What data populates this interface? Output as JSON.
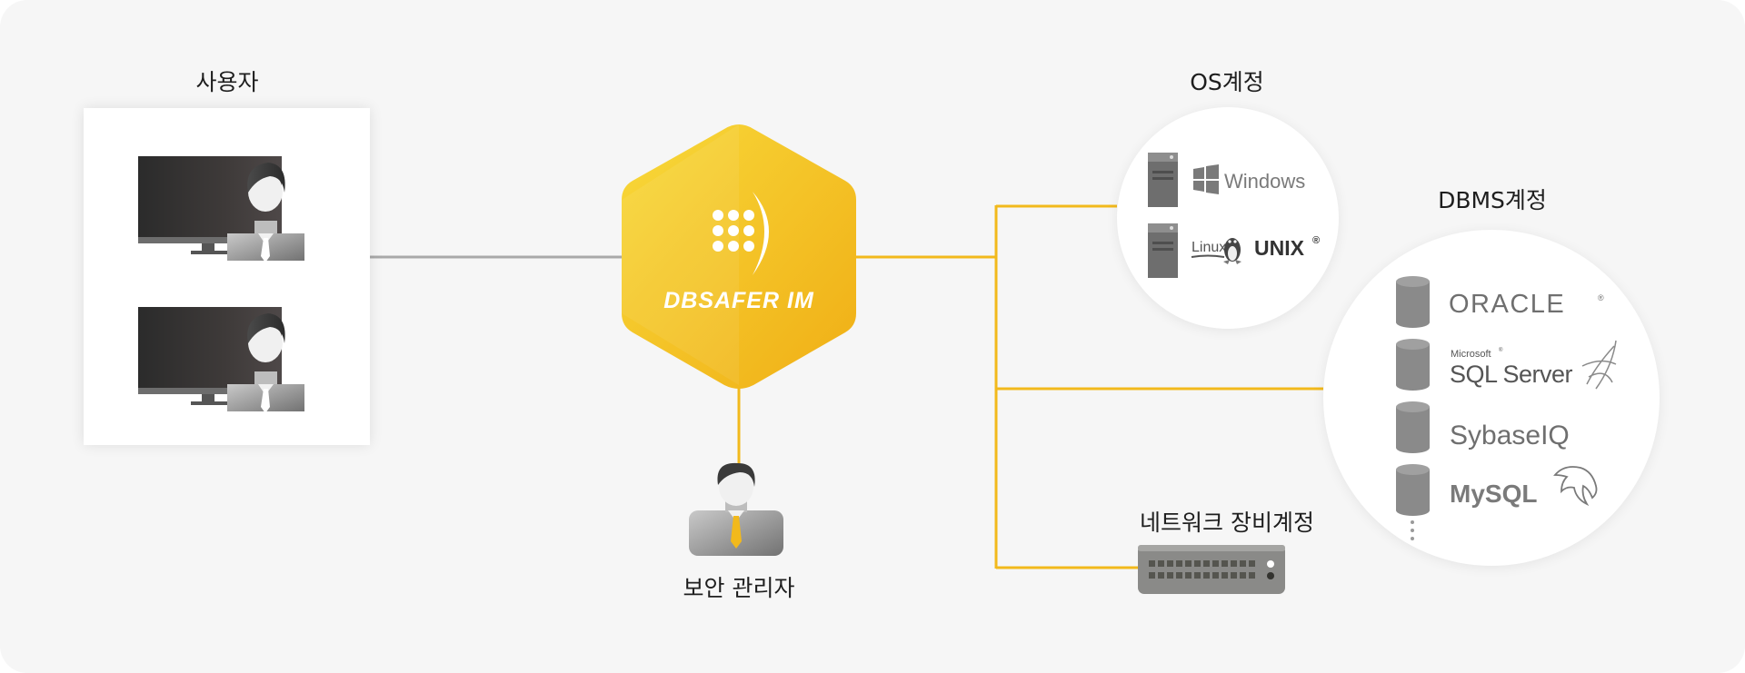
{
  "labels": {
    "users": "사용자",
    "os_accounts": "OS계정",
    "dbms_accounts": "DBMS계정",
    "network_accounts": "네트워크 장비계정",
    "security_admin": "보안 관리자"
  },
  "product": {
    "name": "DBSAFER IM"
  },
  "os_logos": {
    "windows": "Windows",
    "linux": "Linux",
    "unix": "UNIX",
    "unix_mark": "®"
  },
  "dbms_logos": {
    "oracle": "ORACLE",
    "oracle_mark": "®",
    "sqlserver_brand": "Microsoft",
    "sqlserver_brand_mark": "®",
    "sqlserver": "SQL Server",
    "sybase": "SybaseIQ",
    "mysql": "MySQL"
  },
  "colors": {
    "background": "#f6f6f6",
    "accent_yellow": "#f2b91c",
    "hex_light": "#f8d93a",
    "hex_dark": "#f1b317",
    "user_line": "#a9a9a9",
    "device_gray": "#8a8a88",
    "logo_gray": "#6f6f6f"
  },
  "icons": {
    "user": "user-at-monitor-icon",
    "admin": "admin-person-icon",
    "server": "server-tower-icon",
    "database": "database-cylinder-icon",
    "switch": "network-switch-icon",
    "windows": "windows-logo-icon",
    "tux": "tux-penguin-icon",
    "dolphin": "mysql-dolphin-icon",
    "sqlserver": "sqlserver-swirl-icon"
  }
}
